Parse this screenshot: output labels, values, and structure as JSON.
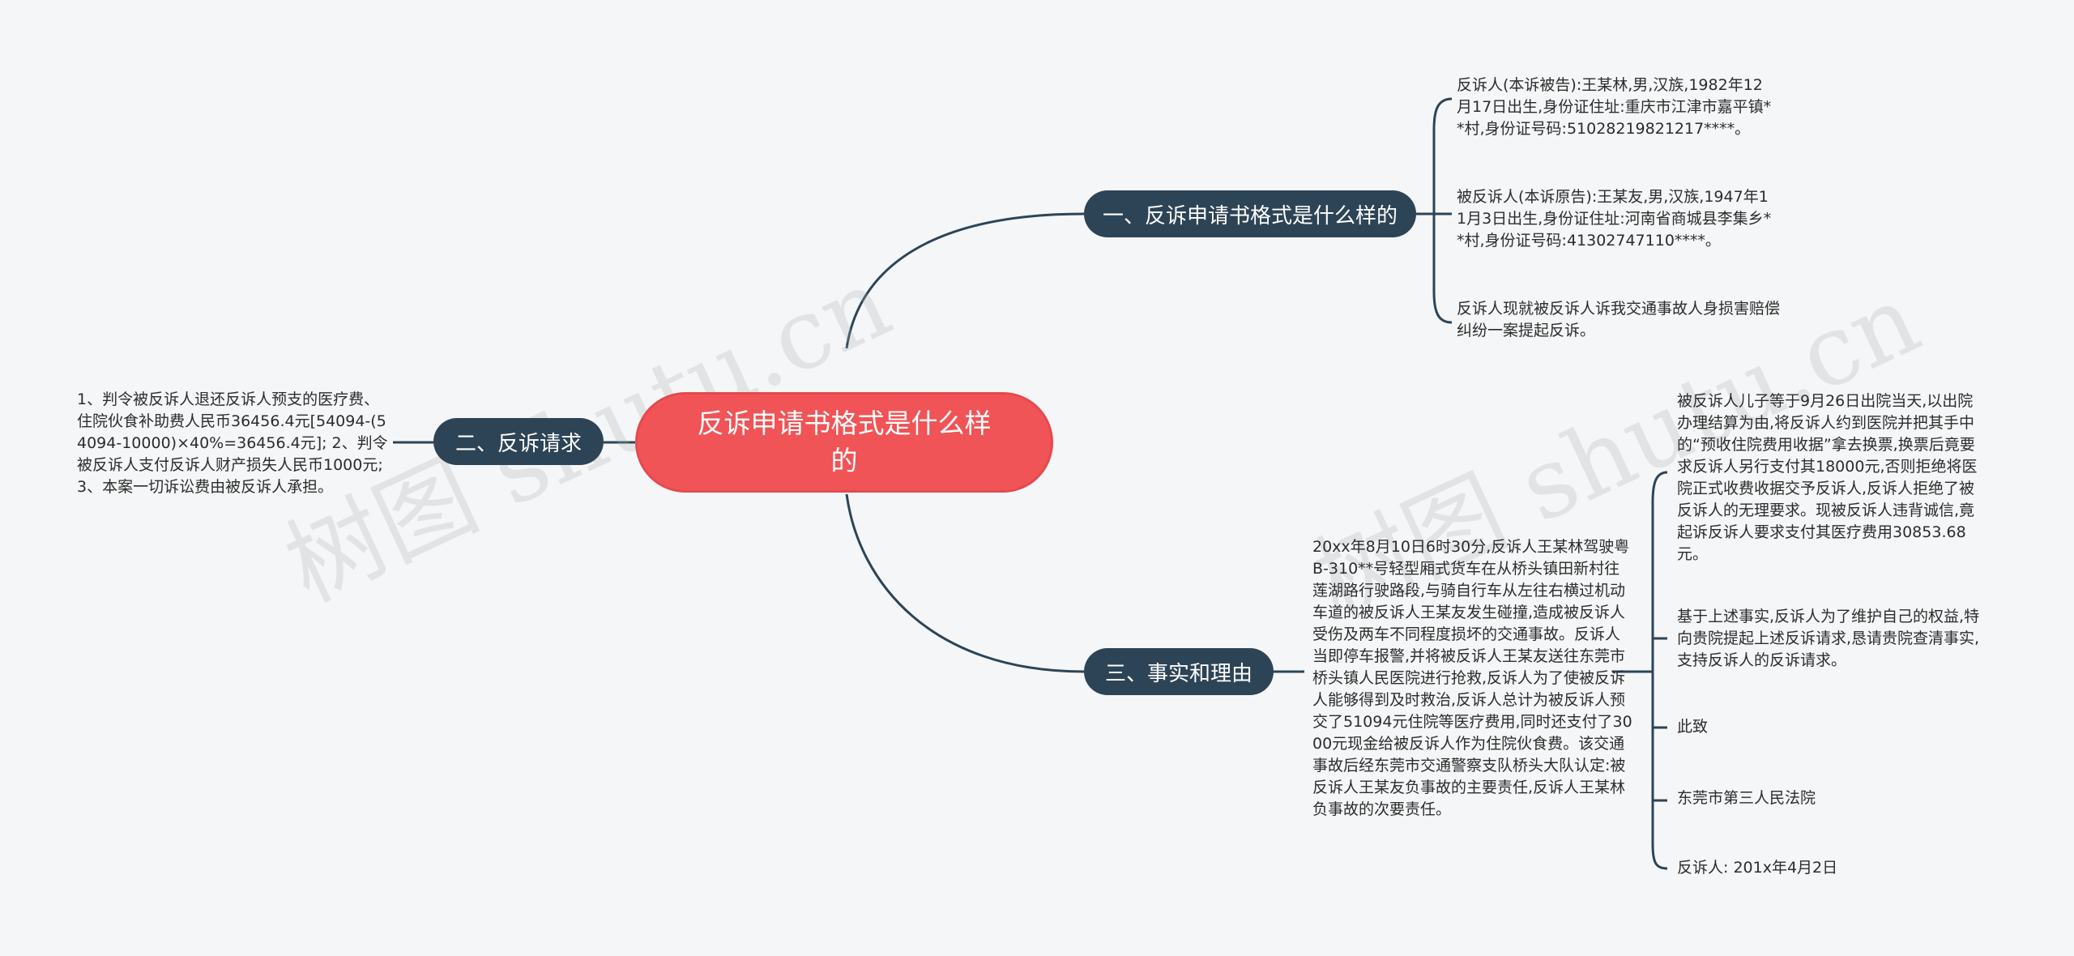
{
  "root": {
    "title": "反诉申请书格式是什么样的"
  },
  "branches": {
    "b1": {
      "label": "一、反诉申请书格式是什么样的",
      "leaves": [
        "反诉人(本诉被告):王某林,男,汉族,1982年12月17日出生,身份证住址:重庆市江津市嘉平镇**村,身份证号码:51028219821217****。",
        "被反诉人(本诉原告):王某友,男,汉族,1947年11月3日出生,身份证住址:河南省商城县李集乡**村,身份证号码:41302747110****。",
        "反诉人现就被反诉人诉我交通事故人身损害赔偿纠纷一案提起反诉。"
      ]
    },
    "b2": {
      "label": "二、反诉请求",
      "leaves": [
        "1、判令被反诉人退还反诉人预支的医疗费、住院伙食补助费人民币36456.4元[54094-(54094-10000)×40%=36456.4元]; 2、判令被反诉人支付反诉人财产损失人民币1000元; 3、本案一切诉讼费由被反诉人承担。"
      ]
    },
    "b3": {
      "label": "三、事实和理由",
      "main": "20xx年8月10日6时30分,反诉人王某林驾驶粤B-310**号轻型厢式货车在从桥头镇田新村往莲湖路行驶路段,与骑自行车从左往右横过机动车道的被反诉人王某友发生碰撞,造成被反诉人受伤及两车不同程度损坏的交通事故。反诉人当即停车报警,并将被反诉人王某友送往东莞市桥头镇人民医院进行抢救,反诉人为了使被反诉人能够得到及时救治,反诉人总计为被反诉人预交了51094元住院等医疗费用,同时还支付了3000元现金给被反诉人作为住院伙食费。该交通事故后经东莞市交通警察支队桥头大队认定:被反诉人王某友负事故的主要责任,反诉人王某林负事故的次要责任。",
      "leaves": [
        "被反诉人儿子等于9月26日出院当天,以出院办理结算为由,将反诉人约到医院并把其手中的“预收住院费用收据”拿去换票,换票后竟要求反诉人另行支付其18000元,否则拒绝将医院正式收费收据交予反诉人,反诉人拒绝了被反诉人的无理要求。现被反诉人违背诚信,竟起诉反诉人要求支付其医疗费用30853.68元。",
        "基于上述事实,反诉人为了维护自己的权益,特向贵院提起上述反诉请求,恳请贵院查清事实,支持反诉人的反诉请求。",
        "此致",
        "东莞市第三人民法院",
        "反诉人: 201x年4月2日"
      ]
    }
  },
  "watermarks": [
    "树图 shutu.cn",
    "树图 shutu.cn"
  ],
  "colors": {
    "root_fill": "#f05456",
    "branch_fill": "#2d4456",
    "line": "#2d4456",
    "background": "#f5f6f7"
  }
}
